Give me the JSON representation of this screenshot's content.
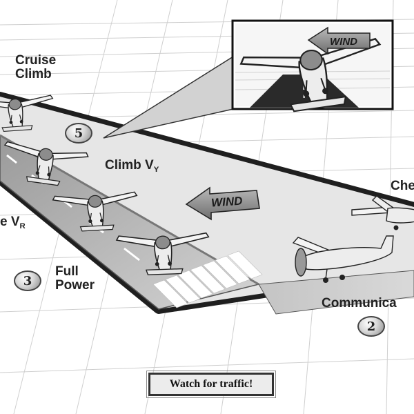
{
  "labels": {
    "cruise": "Cruise",
    "climb": "Climb",
    "climb_vy": "Climb V",
    "climb_vy_sub": "Y",
    "rotate": "e V",
    "rotate_sub": "R",
    "full": "Full",
    "power": "Power",
    "check": "Che",
    "communicate": "Communica"
  },
  "steps": {
    "five": "5",
    "three": "3",
    "two": "2"
  },
  "wind": {
    "inset": "WIND",
    "main": "WIND"
  },
  "banner": {
    "text": "Watch for traffic!"
  }
}
